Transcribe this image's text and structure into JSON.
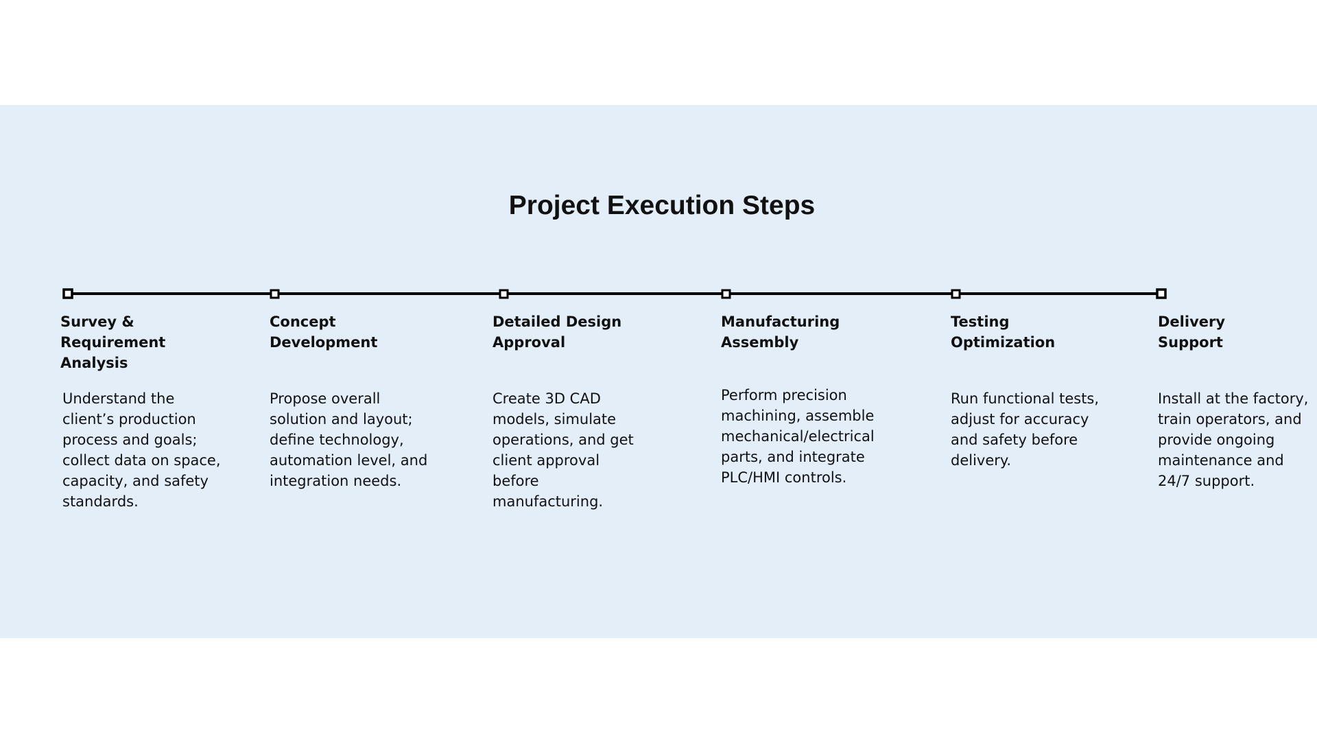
{
  "title": "Project Execution Steps",
  "steps": [
    {
      "title": "Survey & Requirement Analysis",
      "description": "Understand the client’s production process and goals; collect data on space, capacity, and safety standards."
    },
    {
      "title": "Concept Development",
      "description": "Propose overall solution and layout; define technology, automation level, and integration needs."
    },
    {
      "title": "Detailed Design Approval",
      "description": "Create 3D CAD models, simulate operations, and get client approval before manufacturing."
    },
    {
      "title": "Manufacturing Assembly",
      "description": "Perform precision machining, assemble mechanical/electrical parts, and integrate PLC/HMI controls."
    },
    {
      "title": "Testing Optimization",
      "description": "Run functional tests, adjust for accuracy and safety before delivery."
    },
    {
      "title": "Delivery Support",
      "description": "Install at the factory, train operators, and provide ongoing maintenance and 24/7 support."
    }
  ]
}
